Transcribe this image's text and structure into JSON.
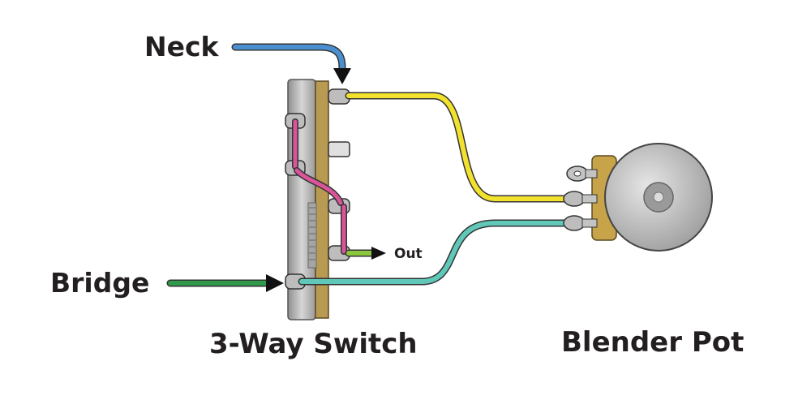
{
  "labels": {
    "neck": "Neck",
    "bridge": "Bridge",
    "out": "Out",
    "switch": "3-Way Switch",
    "pot": "Blender Pot"
  },
  "colors": {
    "neck_wire": "#4a90d0",
    "bridge_wire": "#2e9a4a",
    "yellow_wire": "#f2e22e",
    "teal_wire": "#5fc8b8",
    "pink_wire": "#d9559a",
    "out_wire": "#8cc63f",
    "pot_body": "#b9b9b9",
    "pot_lug_plate": "#c7a44a",
    "switch_body": "#c9c9c9",
    "switch_strip": "#b89a52"
  }
}
